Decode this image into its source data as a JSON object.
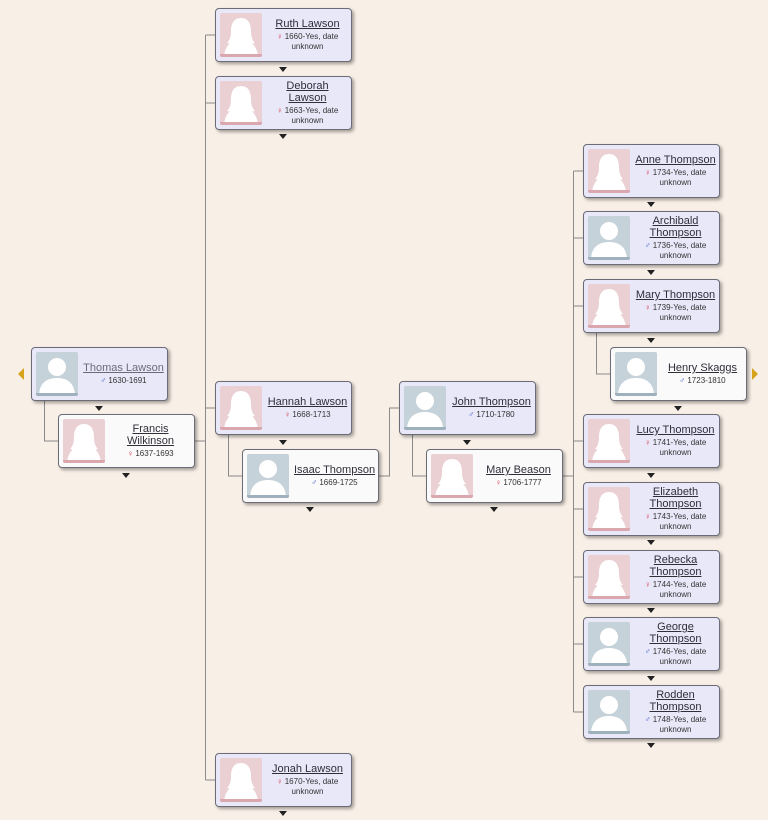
{
  "people": {
    "thomas_lawson": {
      "name": "Thomas Lawson",
      "dates": "1630-1691"
    },
    "francis_wilkinson": {
      "name": "Francis Wilkinson",
      "dates": "1637-1693"
    },
    "ruth_lawson": {
      "name": "Ruth Lawson",
      "dates": "1660-Yes, date unknown"
    },
    "deborah_lawson": {
      "name": "Deborah Lawson",
      "dates": "1663-Yes, date unknown"
    },
    "hannah_lawson": {
      "name": "Hannah Lawson",
      "dates": "1668-1713"
    },
    "isaac_thompson": {
      "name": "Isaac Thompson",
      "dates": "1669-1725"
    },
    "jonah_lawson": {
      "name": "Jonah Lawson",
      "dates": "1670-Yes, date unknown"
    },
    "john_thompson": {
      "name": "John Thompson",
      "dates": "1710-1780"
    },
    "mary_beason": {
      "name": "Mary Beason",
      "dates": "1706-1777"
    },
    "anne_thompson": {
      "name": "Anne Thompson",
      "dates": "1734-Yes, date unknown"
    },
    "archibald_thompson": {
      "name": "Archibald Thompson",
      "dates": "1736-Yes, date unknown"
    },
    "mary_thompson": {
      "name": "Mary Thompson",
      "dates": "1739-Yes, date unknown"
    },
    "henry_skaggs": {
      "name": "Henry Skaggs",
      "dates": "1723-1810"
    },
    "lucy_thompson": {
      "name": "Lucy Thompson",
      "dates": "1741-Yes, date unknown"
    },
    "elizabeth_thompson": {
      "name": "Elizabeth Thompson",
      "dates": "1743-Yes, date unknown"
    },
    "rebecka_thompson": {
      "name": "Rebecka Thompson",
      "dates": "1744-Yes, date unknown"
    },
    "george_thompson": {
      "name": "George Thompson",
      "dates": "1746-Yes, date unknown"
    },
    "rodden_thompson": {
      "name": "Rodden Thompson",
      "dates": "1748-Yes, date unknown"
    }
  },
  "symbols": {
    "female": "♀",
    "male": "♂"
  },
  "colors": {
    "background": "#f8efe6",
    "card_blue": "#e8e8f9",
    "card_white": "#fafafa",
    "female_symbol": "#d8324b",
    "male_symbol": "#3453c4",
    "nav_arrow": "#d6a21c",
    "connector": "#8a8a8a"
  },
  "icons": {
    "nav_left": "triangle-left-icon",
    "nav_right": "triangle-right-icon",
    "expand": "caret-down-icon",
    "avatar": "silhouette-icon"
  }
}
